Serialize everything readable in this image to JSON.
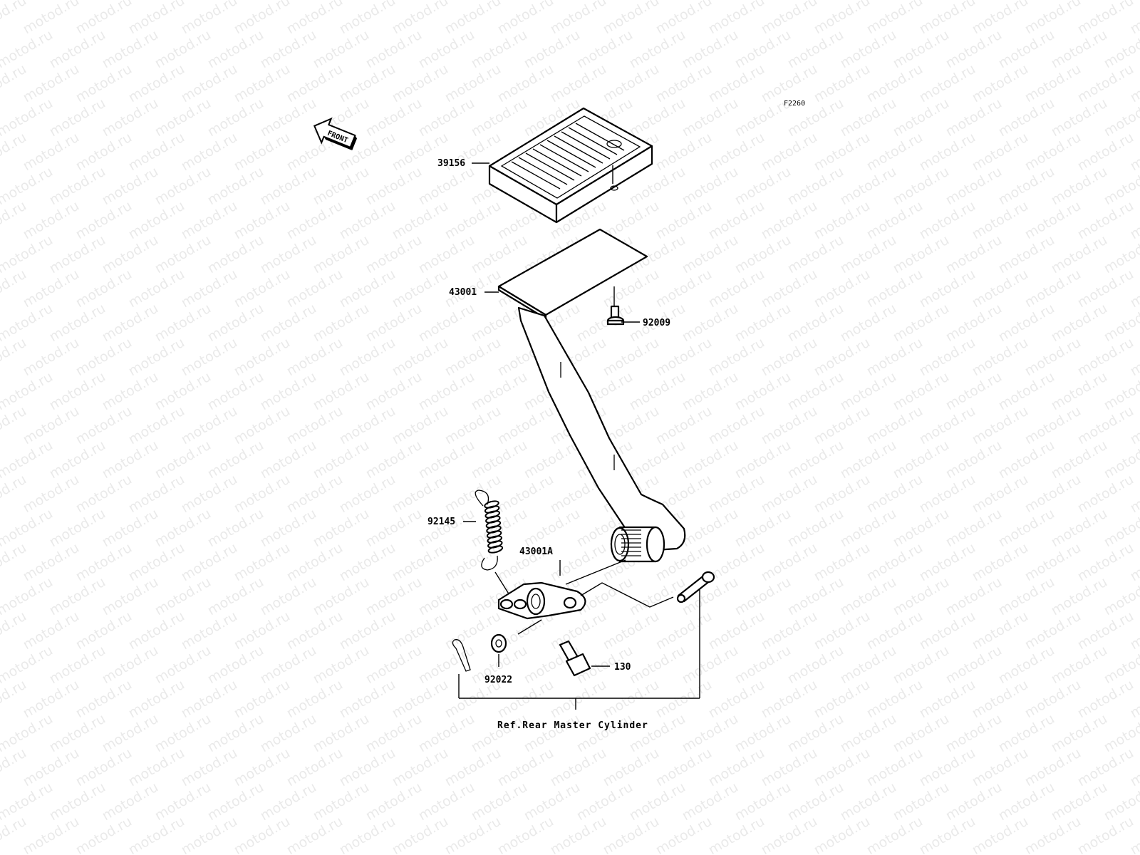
{
  "watermark": {
    "text": "motod.ru"
  },
  "figure_code": "F2260",
  "front_marker": {
    "label": "FRONT"
  },
  "parts": [
    {
      "id": "39156",
      "label": "39156"
    },
    {
      "id": "43001",
      "label": "43001"
    },
    {
      "id": "92009",
      "label": "92009"
    },
    {
      "id": "92145",
      "label": "92145"
    },
    {
      "id": "43001A",
      "label": "43001A"
    },
    {
      "id": "92022",
      "label": "92022"
    },
    {
      "id": "130",
      "label": "130"
    }
  ],
  "reference": {
    "text": "Ref.Rear Master Cylinder"
  }
}
